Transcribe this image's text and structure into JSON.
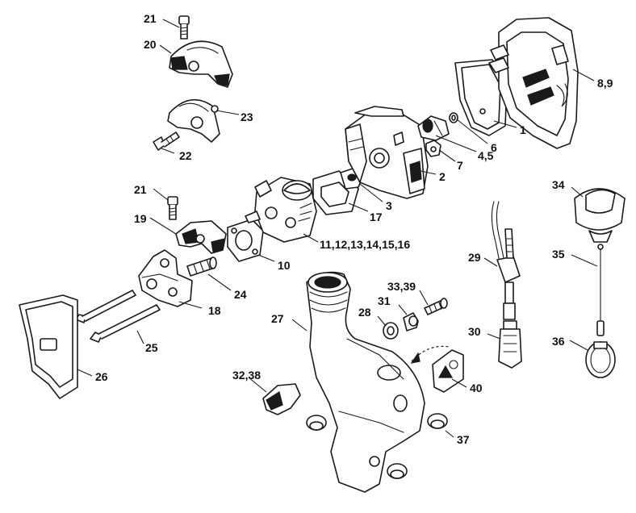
{
  "callouts": {
    "c1": "1",
    "c2": "2",
    "c3": "3",
    "c45": "4,5",
    "c6": "6",
    "c7": "7",
    "c89": "8,9",
    "c10": "10",
    "c11_16": "11,12,13,14,15,16",
    "c17": "17",
    "c18": "18",
    "c19": "19",
    "c20": "20",
    "c21a": "21",
    "c21b": "21",
    "c22": "22",
    "c23": "23",
    "c24": "24",
    "c25": "25",
    "c26": "26",
    "c27": "27",
    "c28": "28",
    "c29": "29",
    "c30": "30",
    "c31": "31",
    "c3238": "32,38",
    "c3339": "33,39",
    "c34": "34",
    "c35": "35",
    "c36": "36",
    "c37": "37",
    "c40": "40"
  }
}
